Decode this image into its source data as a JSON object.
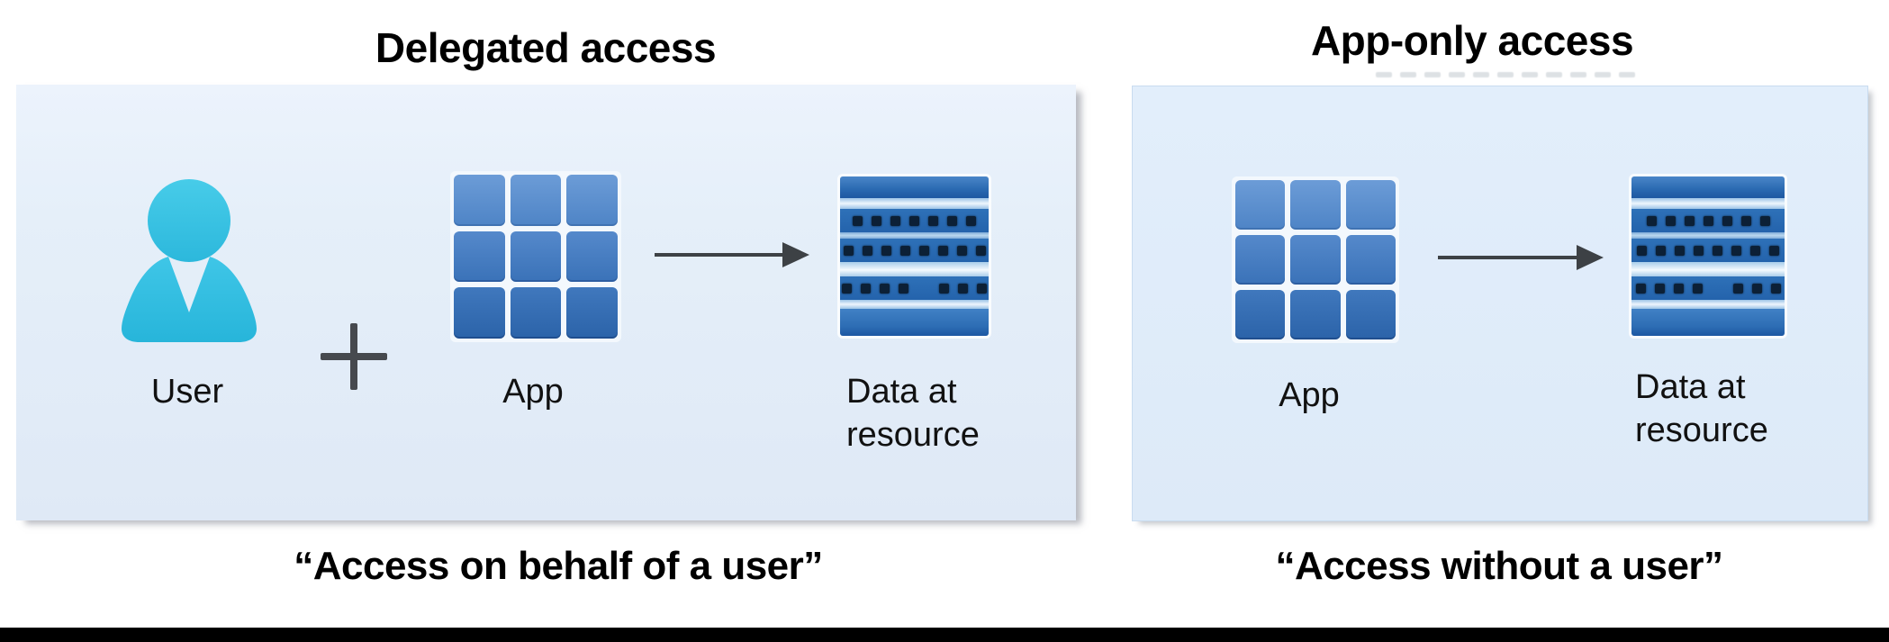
{
  "diagram": {
    "left": {
      "title": "Delegated access",
      "caption": "“Access on behalf of a user”",
      "user_label": "User",
      "app_label": "App",
      "data_label_line1": "Data at",
      "data_label_line2": "resource"
    },
    "right": {
      "title": "App-only access",
      "caption": "“Access without a user”",
      "app_label": "App",
      "data_label_line1": "Data at",
      "data_label_line2": "resource"
    },
    "colors": {
      "panel_background": "#E5EFF9",
      "user_icon_cyan": "#38C0E3",
      "app_tile_blue_light": "#6296D3",
      "app_tile_blue_dark": "#2B63A9",
      "data_icon_blue": "#2A6CB3",
      "arrow_gray": "#3D4145",
      "text_color": "#000000",
      "bottom_bar": "#000000"
    }
  }
}
